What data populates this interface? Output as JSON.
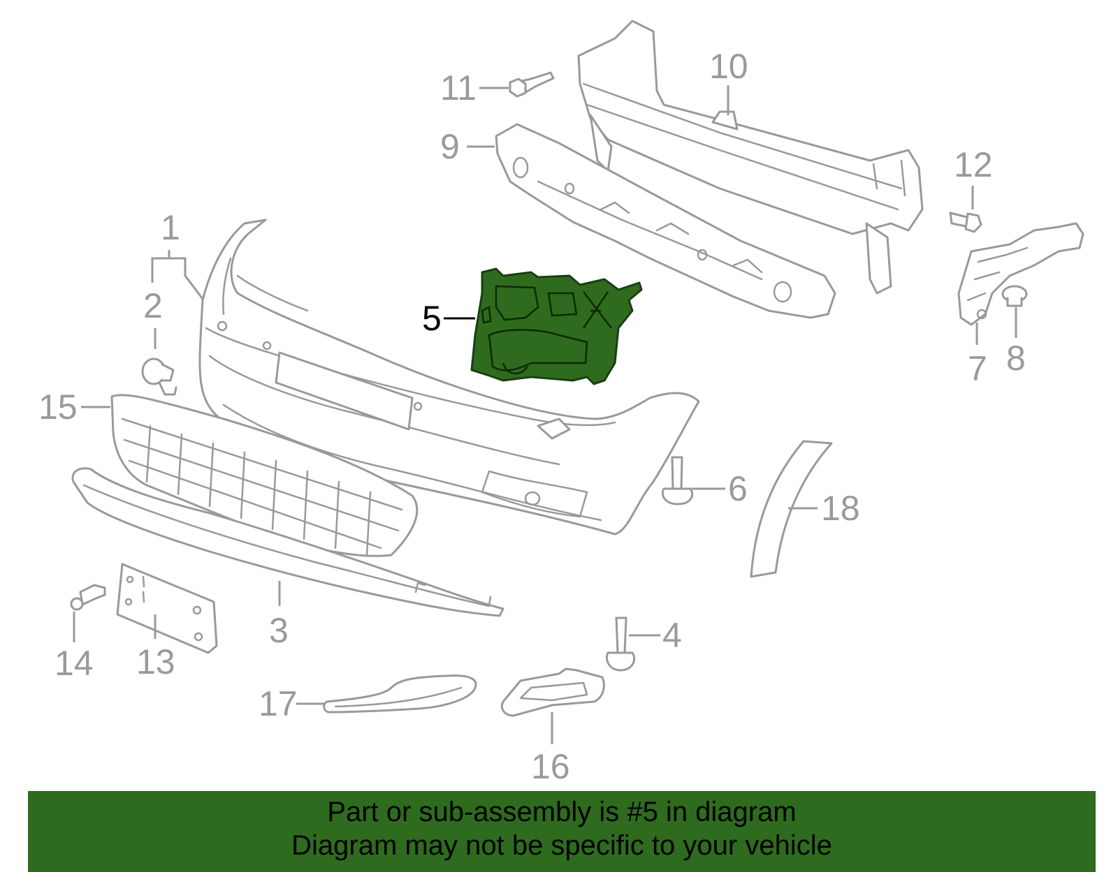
{
  "diagram": {
    "highlight_color": "#2e6b1e",
    "line_color": "#999999",
    "highlighted_part": "5",
    "callouts": [
      {
        "id": "1",
        "label": "1"
      },
      {
        "id": "2",
        "label": "2"
      },
      {
        "id": "3",
        "label": "3"
      },
      {
        "id": "4",
        "label": "4"
      },
      {
        "id": "5",
        "label": "5"
      },
      {
        "id": "6",
        "label": "6"
      },
      {
        "id": "7",
        "label": "7"
      },
      {
        "id": "8",
        "label": "8"
      },
      {
        "id": "9",
        "label": "9"
      },
      {
        "id": "10",
        "label": "10"
      },
      {
        "id": "11",
        "label": "11"
      },
      {
        "id": "12",
        "label": "12"
      },
      {
        "id": "13",
        "label": "13"
      },
      {
        "id": "14",
        "label": "14"
      },
      {
        "id": "15",
        "label": "15"
      },
      {
        "id": "16",
        "label": "16"
      },
      {
        "id": "17",
        "label": "17"
      },
      {
        "id": "18",
        "label": "18"
      }
    ]
  },
  "banner": {
    "line1": "Part or sub-assembly is #5 in diagram",
    "line2": "Diagram may not be specific to your vehicle"
  }
}
